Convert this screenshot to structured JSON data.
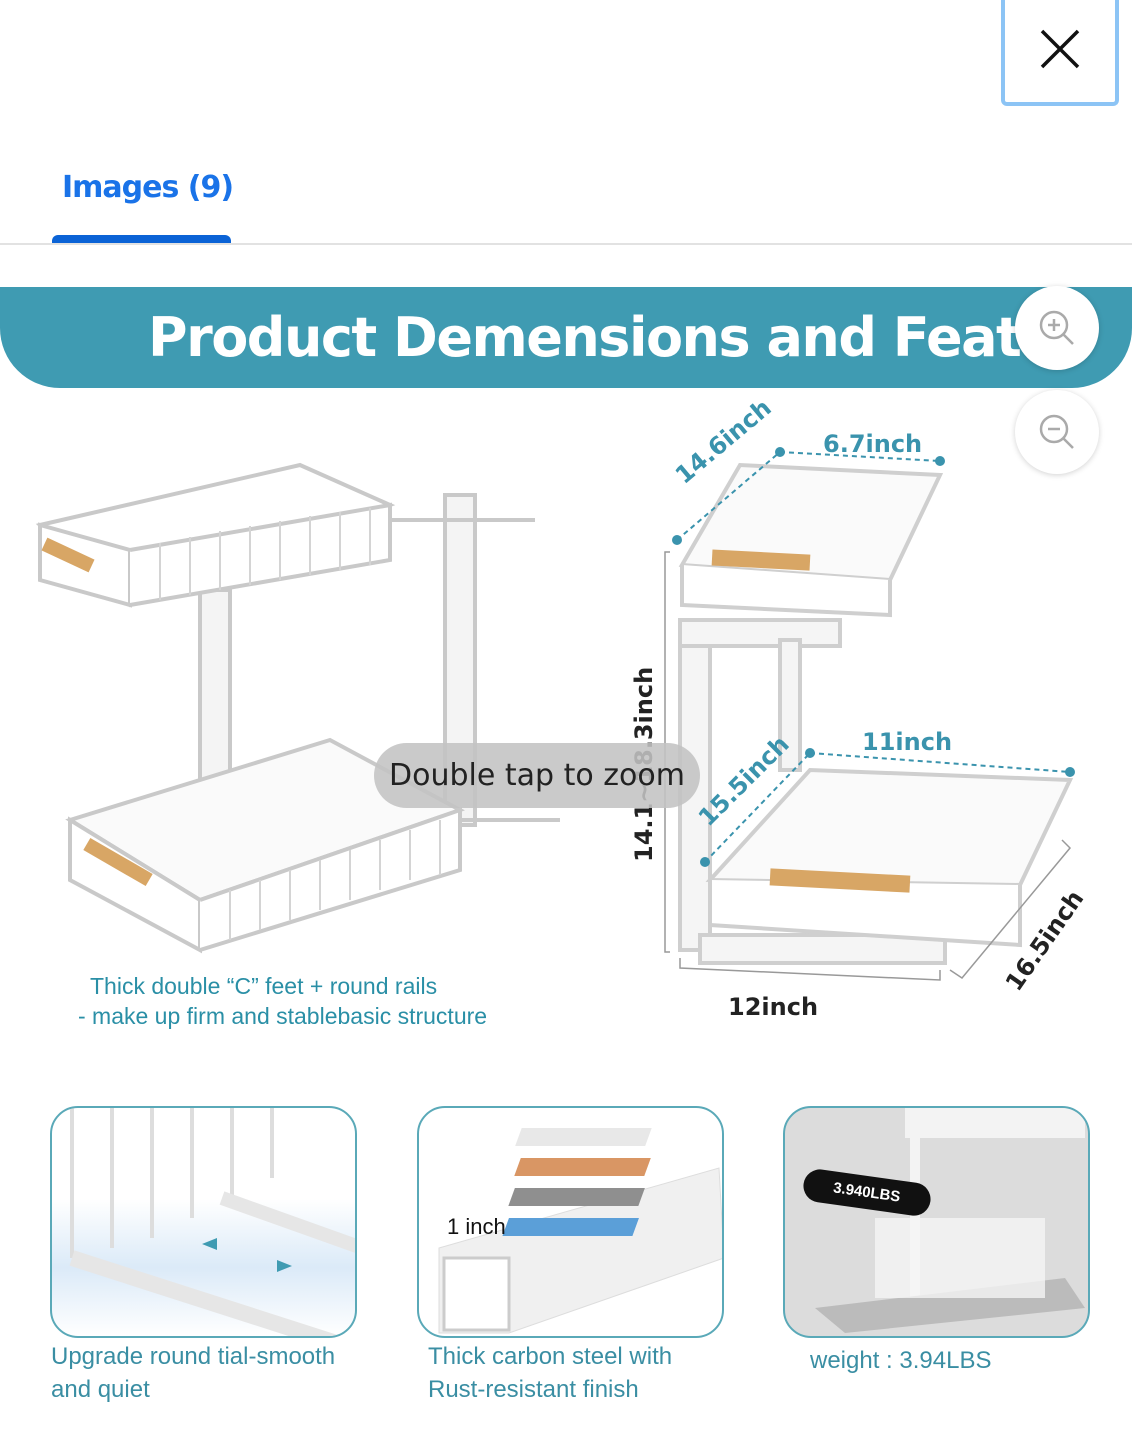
{
  "header": {
    "close_icon": "close-icon",
    "tab_label": "Images (9)"
  },
  "image": {
    "banner_title": "Product Demensions and Features",
    "left_caption_line1": "Thick double “C” feet + round rails",
    "left_caption_line2": "- make up firm and stablebasic structure",
    "dimensions": {
      "top_depth": "14.6inch",
      "top_width": "6.7inch",
      "height": "14.1~18.3inch",
      "bottom_depth": "15.5inch",
      "bottom_width": "11inch",
      "base_depth": "16.5inch",
      "base_width": "12inch"
    },
    "features": [
      {
        "caption_line1": "Upgrade round tial-smooth",
        "caption_line2": "and quiet"
      },
      {
        "label": "1 inch",
        "caption_line1": "Thick carbon steel with",
        "caption_line2": "Rust-resistant finish"
      },
      {
        "scale_reading": "3.940LBS",
        "caption_line1": "weight : 3.94LBS"
      }
    ]
  },
  "controls": {
    "zoom_in_icon": "zoom-in-icon",
    "zoom_out_icon": "zoom-out-icon",
    "hint": "Double tap to zoom"
  },
  "colors": {
    "accent": "#1a73e8",
    "banner": "#3f9bb2",
    "teal_text": "#2a8fa6"
  }
}
